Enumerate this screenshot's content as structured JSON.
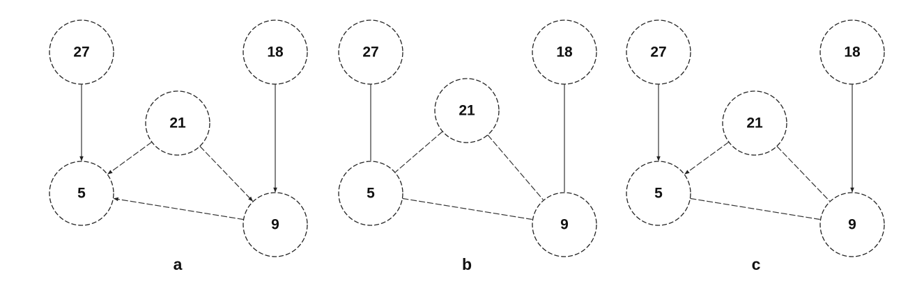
{
  "panels": [
    {
      "id": "a",
      "label": "a",
      "nodes": [
        {
          "id": "n27",
          "label": "27"
        },
        {
          "id": "n18",
          "label": "18"
        },
        {
          "id": "n21",
          "label": "21"
        },
        {
          "id": "n5",
          "label": "5"
        },
        {
          "id": "n9",
          "label": "9"
        }
      ],
      "edges": [
        {
          "from": "n27",
          "to": "n5",
          "directed": true
        },
        {
          "from": "n18",
          "to": "n9",
          "directed": true
        },
        {
          "from": "n21",
          "to": "n5",
          "directed": true
        },
        {
          "from": "n21",
          "to": "n9",
          "directed": true
        },
        {
          "from": "n9",
          "to": "n5",
          "directed": true
        }
      ]
    },
    {
      "id": "b",
      "label": "b",
      "nodes": [
        {
          "id": "n27",
          "label": "27"
        },
        {
          "id": "n18",
          "label": "18"
        },
        {
          "id": "n21",
          "label": "21"
        },
        {
          "id": "n5",
          "label": "5"
        },
        {
          "id": "n9",
          "label": "9"
        }
      ],
      "edges": [
        {
          "from": "n27",
          "to": "n5",
          "directed": false
        },
        {
          "from": "n18",
          "to": "n9",
          "directed": false
        },
        {
          "from": "n21",
          "to": "n5",
          "directed": false
        },
        {
          "from": "n21",
          "to": "n9",
          "directed": false
        },
        {
          "from": "n5",
          "to": "n9",
          "directed": false
        }
      ]
    },
    {
      "id": "c",
      "label": "c",
      "nodes": [
        {
          "id": "n27",
          "label": "27"
        },
        {
          "id": "n18",
          "label": "18"
        },
        {
          "id": "n21",
          "label": "21"
        },
        {
          "id": "n5",
          "label": "5"
        },
        {
          "id": "n9",
          "label": "9"
        }
      ],
      "edges": [
        {
          "from": "n27",
          "to": "n5",
          "directed": true
        },
        {
          "from": "n18",
          "to": "n9",
          "directed": true
        },
        {
          "from": "n21",
          "to": "n5",
          "directed": true
        },
        {
          "from": "n21",
          "to": "n9",
          "directed": false
        },
        {
          "from": "n5",
          "to": "n9",
          "directed": false
        }
      ]
    }
  ]
}
